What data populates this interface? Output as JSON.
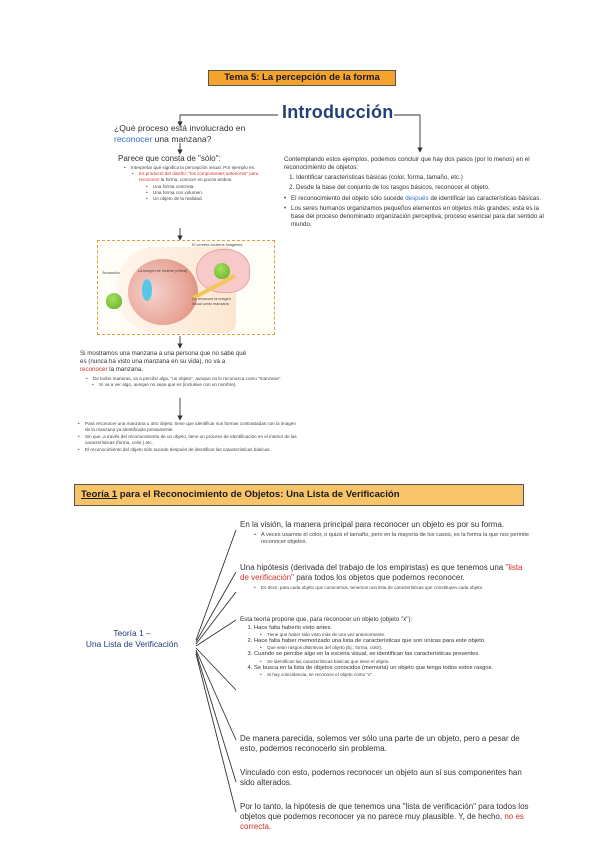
{
  "header": {
    "title": "Tema 5: La percepción de la forma"
  },
  "intro": {
    "heading": "Introducción",
    "question_a": "¿Qué proceso está involucrado en",
    "question_b_blue": "reconocer",
    "question_b_rest": " una manzana?",
    "seems_a": "Parece que consta de \"sólo\":",
    "seems_items": [
      "Interpretar qué significa la percepción visual. Por ejemplo es:",
      "Es producto del diseño: \"los componentes anteriores\" para reconocer",
      "la forma, conocer en pocos ambos."
    ],
    "sub_items": [
      "Una forma concreta.",
      "Una forma con volumen.",
      "Un objeto de la realidad."
    ],
    "diagram_labels": {
      "top": "El cerebro contiene imágenes",
      "left": "Sensación",
      "mid": "La imagen se invierte (retina)",
      "right": "Se reconoce la imagen visual como manzana"
    },
    "mid_text_a": "Si mostramos una manzana a una persona que no sabe qué",
    "mid_text_b": "es (nunca ha visto una manzana en su vida), no va a",
    "mid_text_c_red": "reconocer",
    "mid_text_c_rest": " la manzana.",
    "mid_bullets": [
      "De todos maneras, va a percibir algo, \"un objeto\", aunque no lo reconozca como \"manzana\".",
      "Sí va a ver algo, aunque no sepa qué es (inclusive con un nombre)."
    ],
    "low_bullets": [
      "Para reconocer una manzana u otro objeto, tiene que identificar sus formas contrastadas con la imagen de la manzana ya identificada previamente.",
      "Sin que, a través del reconocimiento de un objeto, tiene un proceso de identificación en el interior de las características (forma, color,) etc.",
      "El reconocimiento del objeto sólo sucede después de identificar las características básicas."
    ],
    "right_intro": "Contemplando estos ejemplos, podemos concluir que hay dos pasos (por lo menos) en el reconocimiento de objetos:",
    "right_steps": [
      "Identificar características básicas (color, forma, tamaño, etc.)",
      "Desde la base del conjunto de los rasgos básicos, reconocer el objeto."
    ],
    "right_bullet1_a": "El reconocimiento del objeto sólo sucede ",
    "right_bullet1_blue": "después",
    "right_bullet1_b": " de identificar las características básicas.",
    "right_bullet2": "Los seres humanos organizamos pequeños elementos en objetos más grandes; esta es la base del proceso denominado organización perceptiva, proceso esencial para dar sentido al mundo."
  },
  "theory": {
    "heading_u": "Teoría 1",
    "heading_rest": " para el Reconocimiento de Objetos: Una Lista de Verificación",
    "concept": "Teoría 1 –\nUna Lista de Verificación",
    "p1": "En la visión, la manera principal para reconocer un objeto es por su forma.",
    "p1_bullet": "A veces usamos el color, o quizá el tamaño, pero en la mayoría de los casos, es la forma la que nos permite reconocer objetos.",
    "p2_a": "Una hipótesis (derivada del trabajo de los empiristas) es que tenemos una ",
    "p2_red": "\"lista de verificación\"",
    "p2_b": " para todos los objetos que podemos reconocer.",
    "p2_bullet": "Es decir, para cada objeto que conocemos, tenemos una lista de características que constituyen cada objeto.",
    "p3_heading": "Esta teoría propone que, para reconocer un objeto (objeto \"x\"):",
    "p3_steps": [
      "Hace falta haberlo visto antes.",
      "Hace falta haber memorizado una lista de características que son únicas para este objeto.",
      "Cuando se percibe algo en la escena visual, se identifican las características presentes.",
      "Se busca en la lista de objetos conocidos (memoria) un objeto que tenga todos estos rasgos."
    ],
    "p3_sub": [
      "Tiene que haber sido visto más de una vez anteriormente.",
      "Que sean rasgos distintivos del objeto (Ej.: forma, color).",
      "Se identifican las características básicas que tiene el objeto.",
      "Si hay coincidencia, se reconoce el objeto como \"x\"."
    ],
    "p4": "De manera parecida, solemos ver sólo una parte de un objeto, pero a pesar de esto, podemos reconocerlo sin problema.",
    "p5": "Vinculado con esto, podemos reconocer un objeto aun si sus componentes han sido alterados.",
    "p6_a": "Por lo tanto, la hipótesis de que tenemos una \"lista de verificación\" para todos los objetos que podemos reconocer ya no parece muy plausible. Y, de hecho, ",
    "p6_red": "no es correcta",
    "p6_b": "."
  },
  "colors": {
    "title_bg": "#f6a32e",
    "section_bg": "#f8c46a",
    "heading_blue": "#233f78",
    "link_blue": "#2e6fc4",
    "red": "#d0302a"
  }
}
